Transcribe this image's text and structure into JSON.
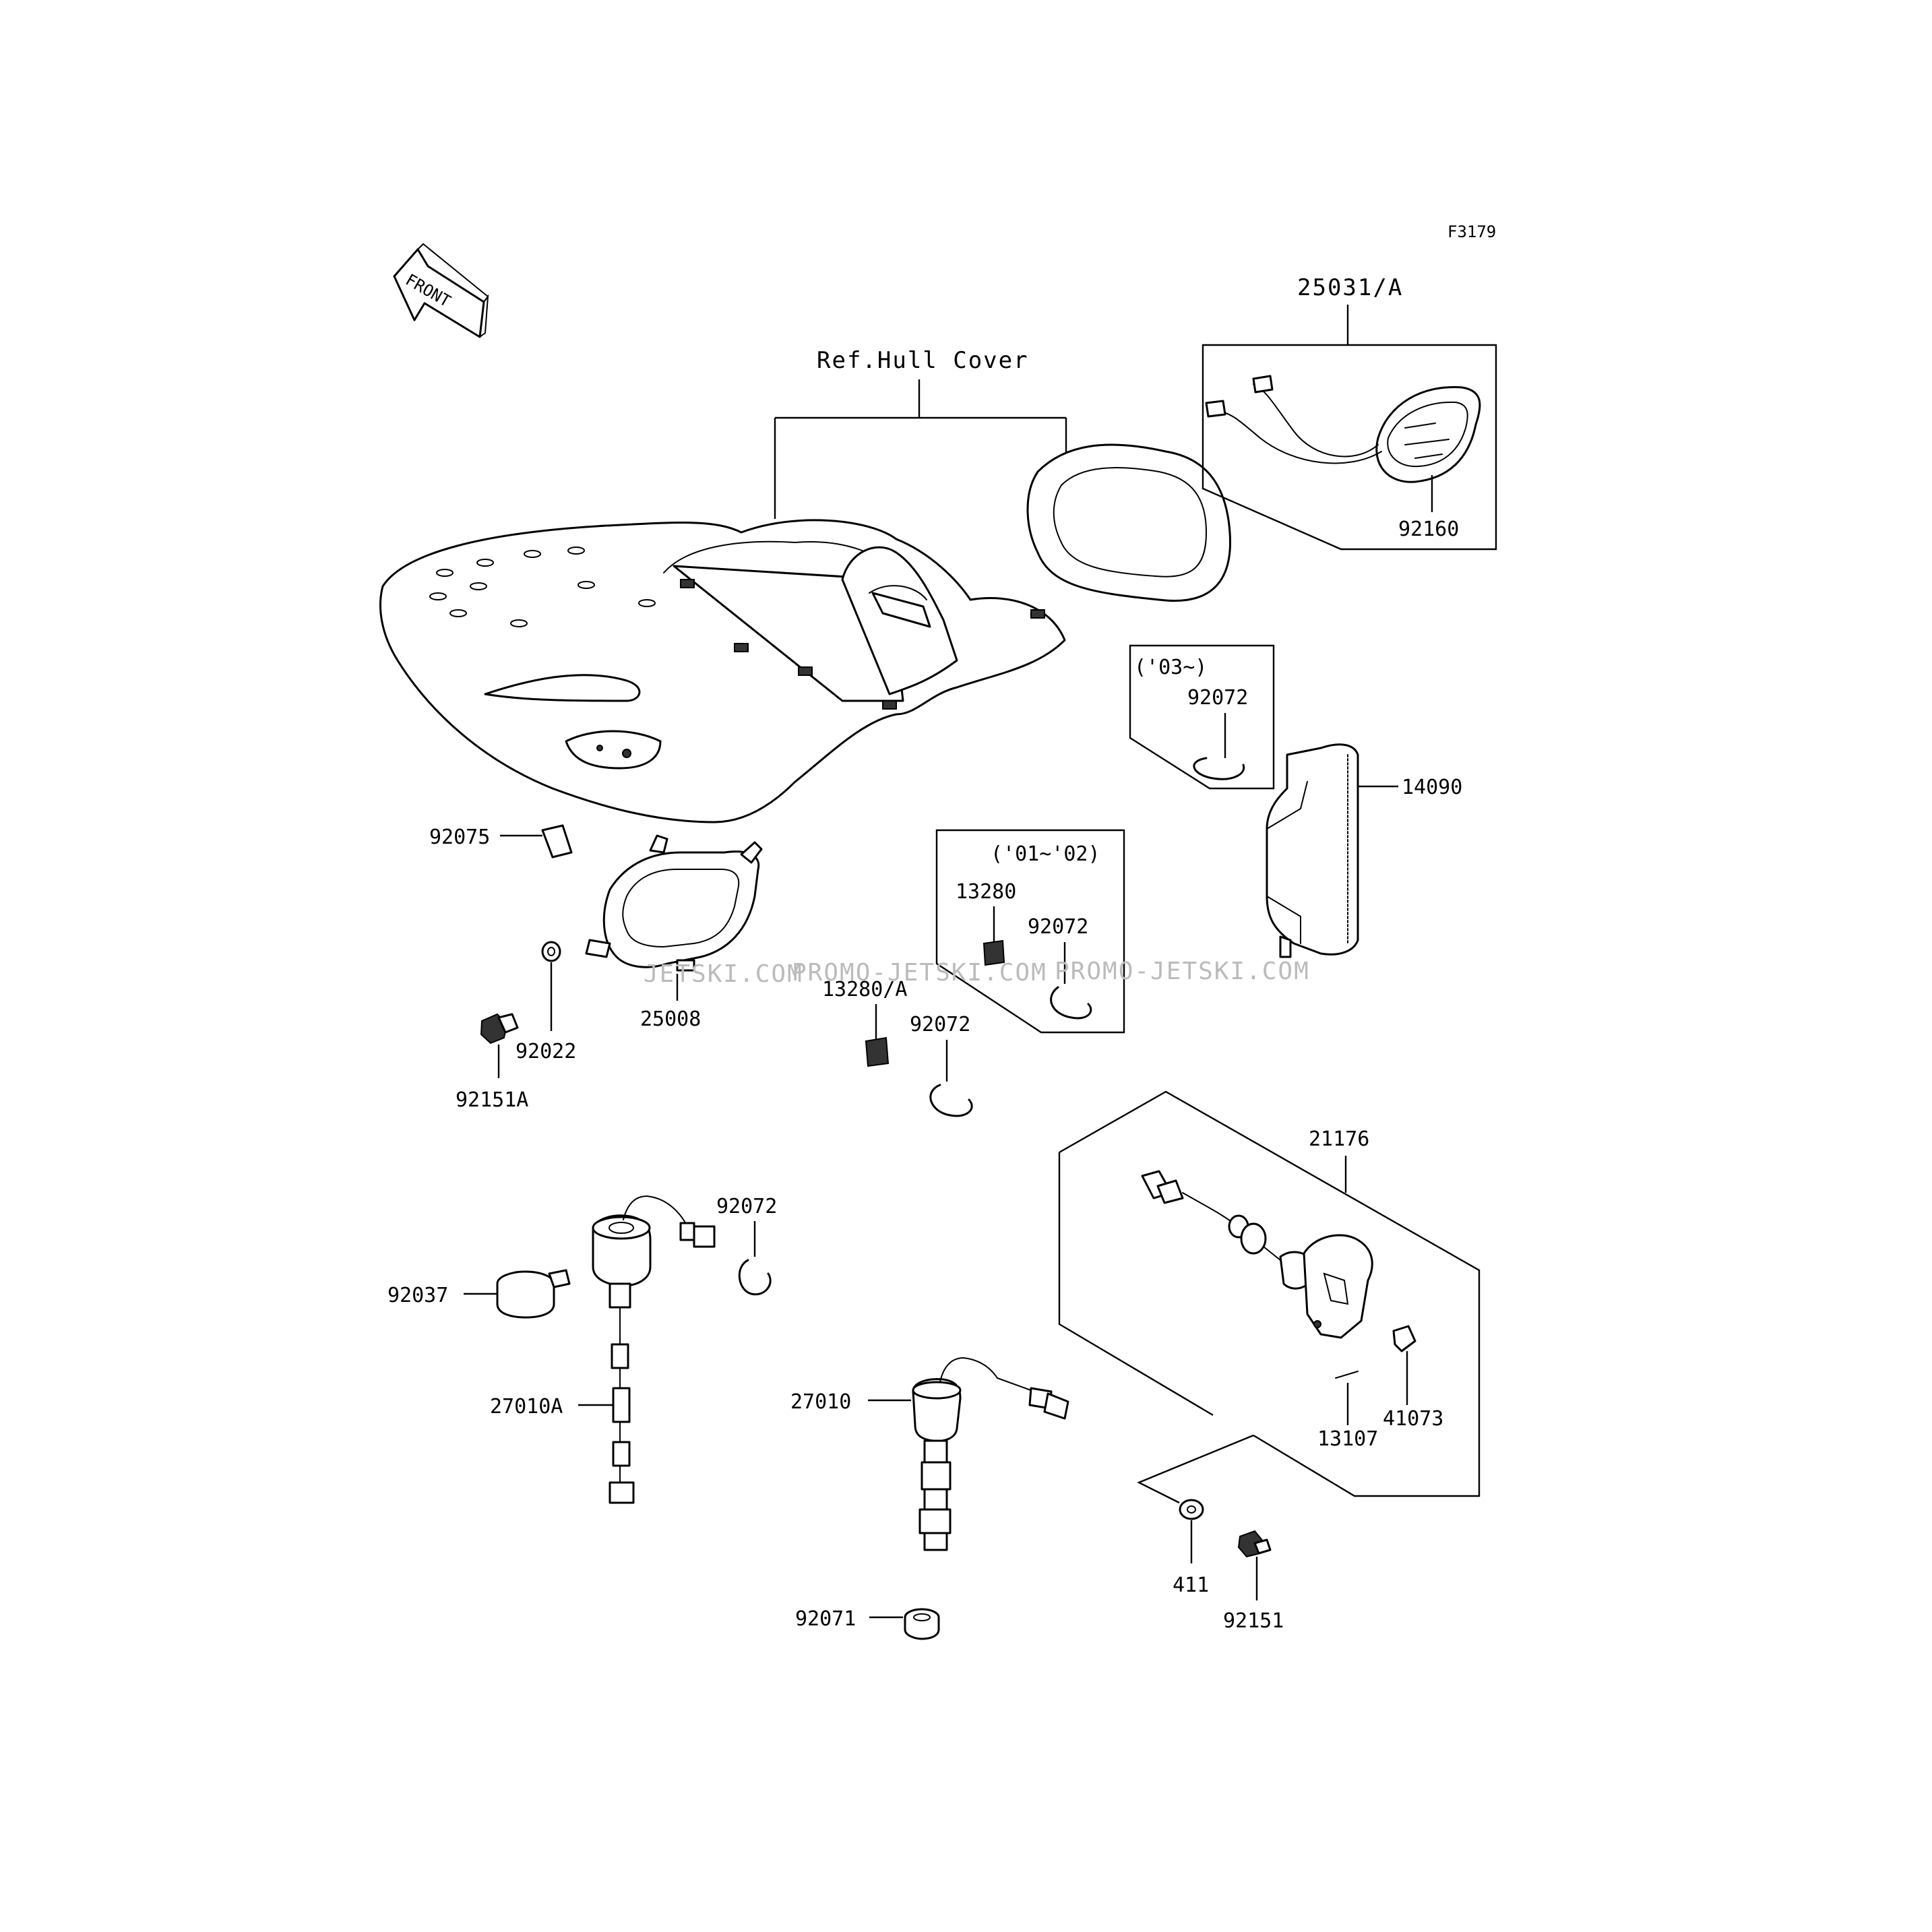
{
  "figure_code": "F3179",
  "front_label": "FRONT",
  "ref_label": "Ref.Hull Cover",
  "watermarks": [
    "JETSKI.COM",
    "PROMO-JETSKI.COM",
    "PROMO-JETSKI.COM"
  ],
  "groups": {
    "g03": "('03~)",
    "g0102": "('01~'02)"
  },
  "parts": {
    "p25031A": "25031/A",
    "p92160": "92160",
    "p92072_a": "92072",
    "p14090": "14090",
    "p92075": "92075",
    "p25008": "25008",
    "p92022": "92022",
    "p92151A": "92151A",
    "p13280": "13280",
    "p92072_b": "92072",
    "p13280A": "13280/A",
    "p92072_c": "92072",
    "p21176": "21176",
    "p92072_d": "92072",
    "p92037": "92037",
    "p27010A": "27010A",
    "p27010": "27010",
    "p41073": "41073",
    "p13107": "13107",
    "p411": "411",
    "p92151": "92151",
    "p92071": "92071"
  }
}
